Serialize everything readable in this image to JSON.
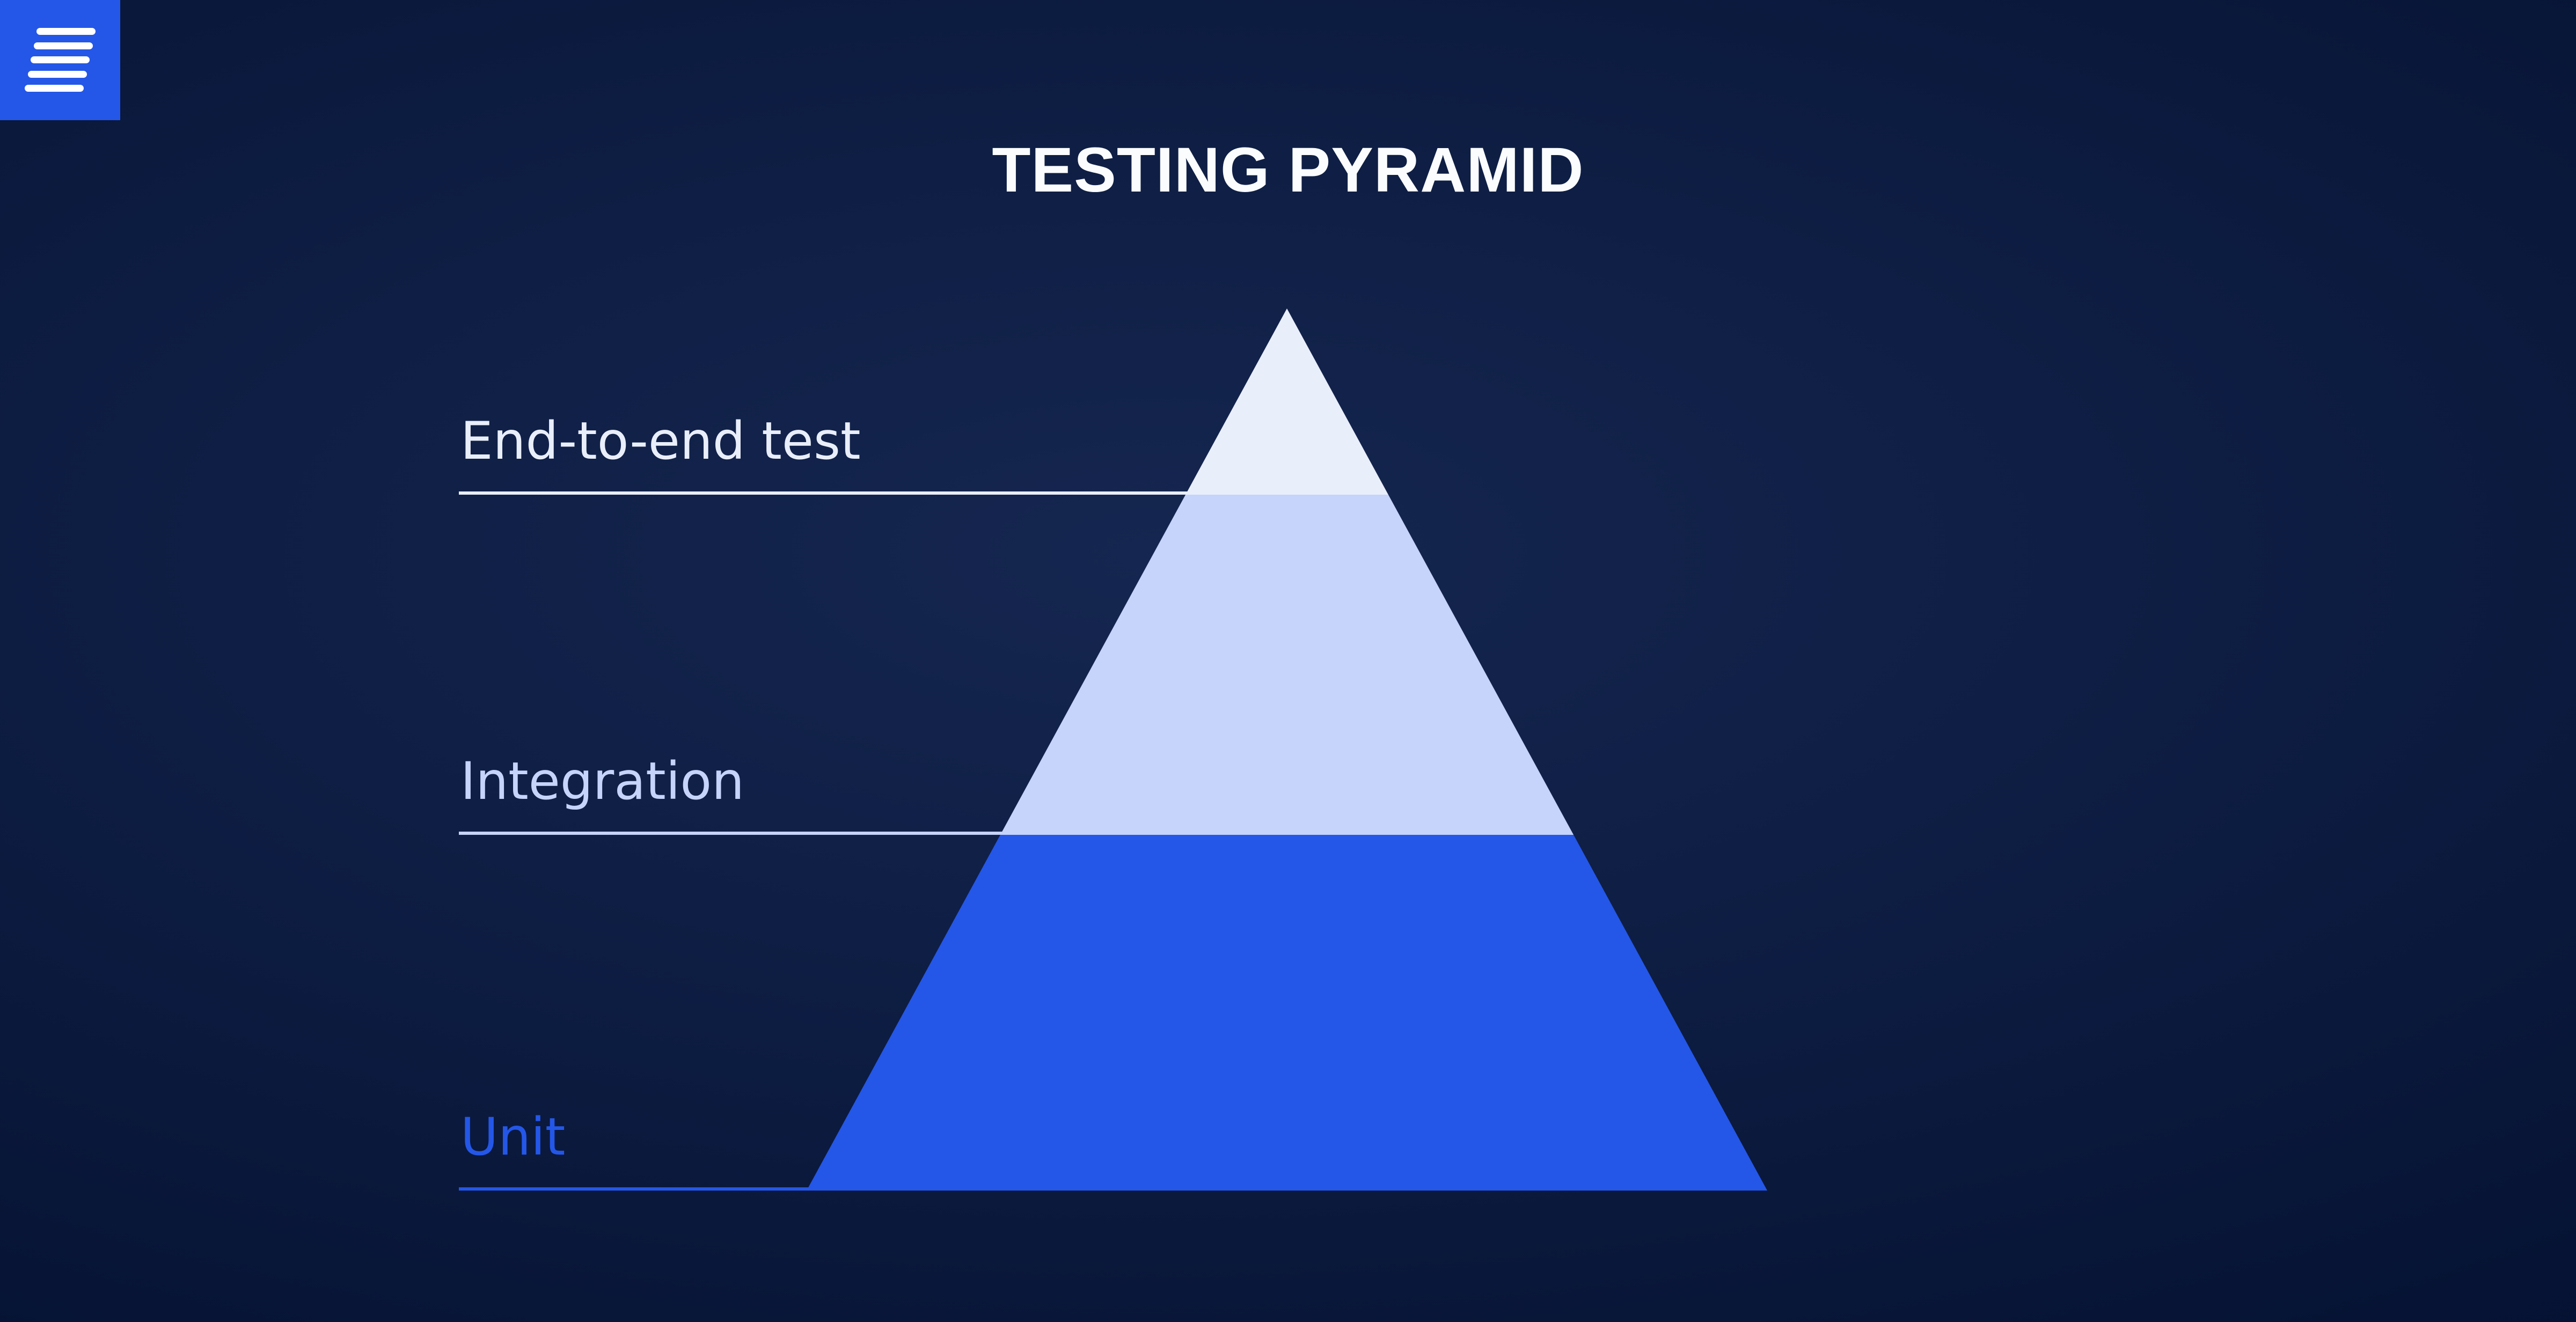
{
  "title": "TESTING PYRAMID",
  "menu_button": {
    "icon": "menu-lines-icon"
  },
  "colors": {
    "background_center": "#152650",
    "background_edge": "#030f2d",
    "accent_blue": "#2457e8",
    "title_text": "#fafcfe",
    "menu_button_bg": "#2457e8",
    "menu_bar": "#ffffff"
  },
  "pyramid": {
    "levels": [
      {
        "label": "End-to-end test",
        "color": "#e9eefb"
      },
      {
        "label": "Integration",
        "color": "#c6d3fa"
      },
      {
        "label": "Unit",
        "color": "#2457e8"
      }
    ]
  },
  "chart_data": {
    "type": "pyramid",
    "title": "TESTING PYRAMID",
    "levels_top_to_bottom": [
      "End-to-end test",
      "Integration",
      "Unit"
    ],
    "relative_heights": [
      0.21,
      0.39,
      0.4
    ],
    "legend_position": "left-leader-lines"
  }
}
